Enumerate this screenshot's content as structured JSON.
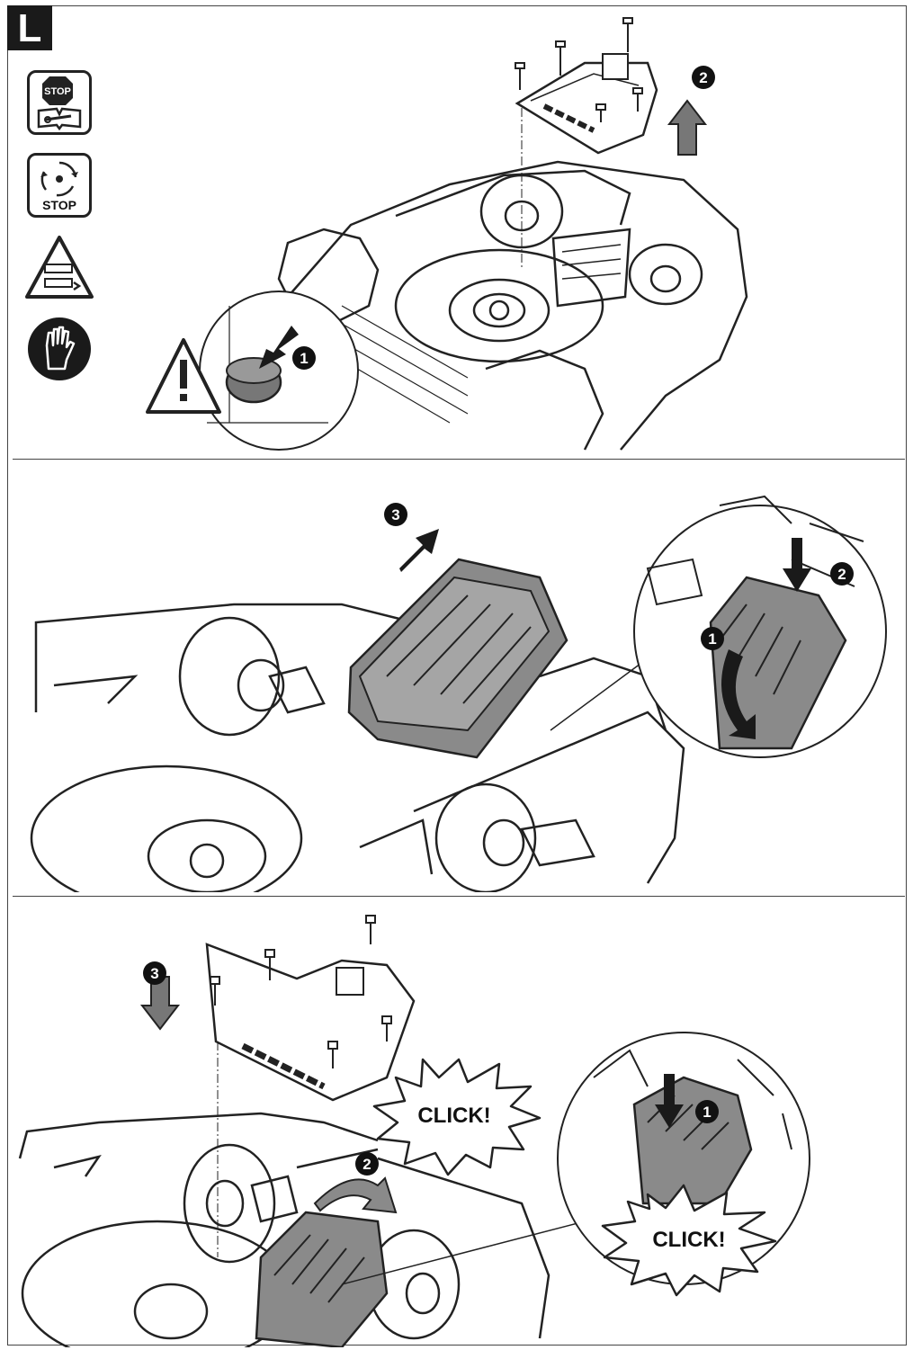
{
  "section": {
    "letter": "L"
  },
  "symbols": [
    {
      "icon": "stop-read-manual-icon",
      "text": "STOP"
    },
    {
      "icon": "blade-stop-icon",
      "text": "STOP"
    },
    {
      "icon": "remove-battery-warning-icon"
    },
    {
      "icon": "wear-gloves-icon"
    }
  ],
  "panels": [
    {
      "name": "panel-1",
      "steps": [
        "1",
        "2"
      ],
      "illustration": "robotic-mower-underside-remove-battery-cover-icon"
    },
    {
      "name": "panel-2",
      "steps": [
        "3",
        "2",
        "1"
      ],
      "illustration": "robotic-mower-battery-removal-icon"
    },
    {
      "name": "panel-3",
      "steps": [
        "3",
        "2",
        "1"
      ],
      "click_texts": [
        "CLICK!",
        "CLICK!"
      ],
      "illustration": "robotic-mower-battery-insert-icon"
    }
  ],
  "colors": {
    "line": "#222222",
    "battery_grey": "#8a8a8a",
    "badge": "#1a1a1a"
  }
}
